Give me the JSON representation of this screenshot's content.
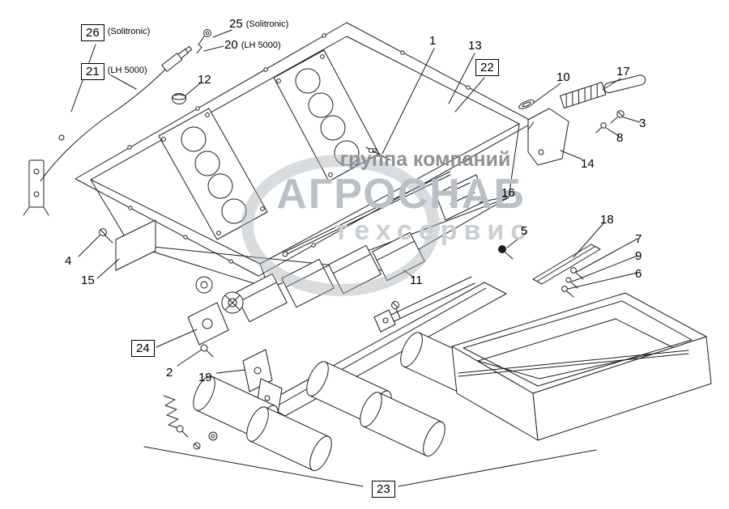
{
  "colors": {
    "line": "#1d1d1d",
    "watermark_accent": "#8b939a",
    "watermark_main": "#b9c0c7",
    "watermark_light": "#c9ced3"
  },
  "watermark": {
    "top_text": "группа компаний",
    "main_text": "АГРОСНАБ",
    "sub_text": "техсервис"
  },
  "callouts": [
    {
      "num": "26",
      "suffix": "(Solitronic)",
      "boxed": true
    },
    {
      "num": "21",
      "suffix": "(LH 5000)",
      "boxed": true
    },
    {
      "num": "25",
      "suffix": "(Solitronic)",
      "boxed": false
    },
    {
      "num": "20",
      "suffix": "(LH 5000)",
      "boxed": false
    },
    {
      "num": "12",
      "suffix": "",
      "boxed": false
    },
    {
      "num": "1",
      "suffix": "",
      "boxed": false
    },
    {
      "num": "13",
      "suffix": "",
      "boxed": false
    },
    {
      "num": "22",
      "suffix": "",
      "boxed": true
    },
    {
      "num": "10",
      "suffix": "",
      "boxed": false
    },
    {
      "num": "17",
      "suffix": "",
      "boxed": false
    },
    {
      "num": "3",
      "suffix": "",
      "boxed": false
    },
    {
      "num": "8",
      "suffix": "",
      "boxed": false
    },
    {
      "num": "14",
      "suffix": "",
      "boxed": false
    },
    {
      "num": "16",
      "suffix": "",
      "boxed": false
    },
    {
      "num": "5",
      "suffix": "",
      "boxed": false
    },
    {
      "num": "18",
      "suffix": "",
      "boxed": false
    },
    {
      "num": "7",
      "suffix": "",
      "boxed": false
    },
    {
      "num": "9",
      "suffix": "",
      "boxed": false
    },
    {
      "num": "6",
      "suffix": "",
      "boxed": false
    },
    {
      "num": "4",
      "suffix": "",
      "boxed": false
    },
    {
      "num": "15",
      "suffix": "",
      "boxed": false
    },
    {
      "num": "11",
      "suffix": "",
      "boxed": false
    },
    {
      "num": "24",
      "suffix": "",
      "boxed": true
    },
    {
      "num": "2",
      "suffix": "",
      "boxed": false
    },
    {
      "num": "19",
      "suffix": "",
      "boxed": false
    },
    {
      "num": "23",
      "suffix": "",
      "boxed": true
    }
  ]
}
